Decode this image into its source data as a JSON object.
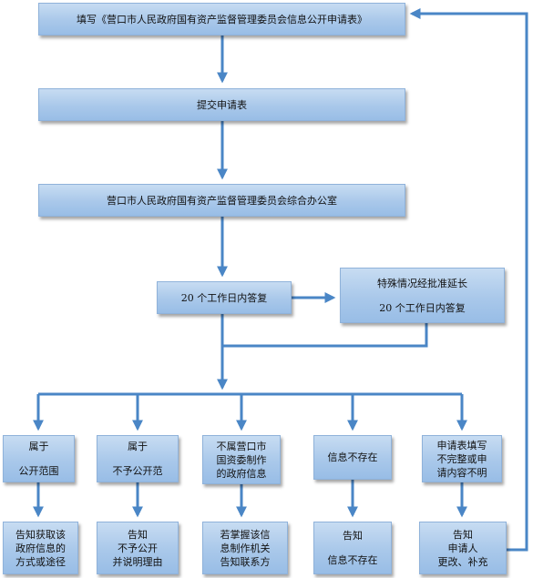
{
  "colors": {
    "box_fill": "#a9c8ea",
    "box_border": "#8fb2da",
    "arrow": "#4a86c6"
  },
  "nodes": {
    "fill_form": "填写《营口市人民政府国有资产监督管理委员会信息公开申请表》",
    "submit": "提交申请表",
    "office": "营口市人民政府国有资产监督管理委员会综合办公室",
    "reply": "20 个工作日内答复",
    "extension": {
      "line1": "特殊情况经批准延长",
      "line2": "20 个工作日内答复"
    },
    "categories": [
      {
        "lines": [
          "属于",
          "公开范围"
        ]
      },
      {
        "lines": [
          "属于",
          "不予公开范"
        ]
      },
      {
        "lines": [
          "不属营口市",
          "国资委制作",
          "的政府信息"
        ]
      },
      {
        "lines": [
          "信息不存在"
        ]
      },
      {
        "lines": [
          "申请表填写",
          "不完整或申",
          "请内容不明"
        ]
      }
    ],
    "outcomes": [
      {
        "lines": [
          "告知获取该",
          "政府信息的",
          "方式或途径"
        ]
      },
      {
        "lines": [
          "告知",
          "不予公开",
          "并说明理由"
        ]
      },
      {
        "lines": [
          "若掌握该信",
          "息制作机关",
          "告知联系方"
        ]
      },
      {
        "lines": [
          "告知",
          "信息不存在"
        ]
      },
      {
        "lines": [
          "告知",
          "申请人",
          "更改、补充"
        ]
      }
    ]
  }
}
